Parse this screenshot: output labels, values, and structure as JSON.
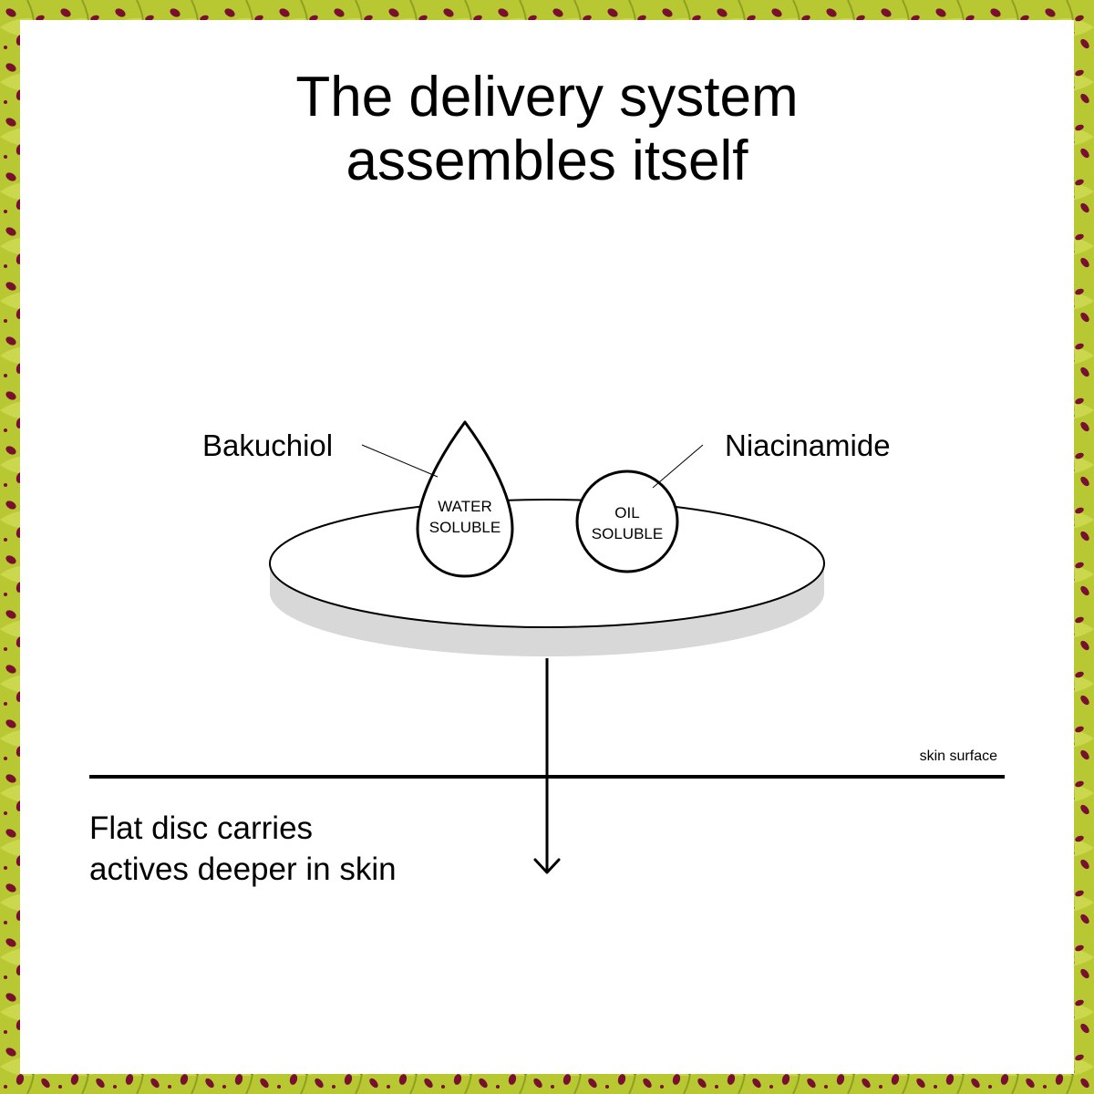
{
  "title": {
    "line1": "The delivery system",
    "line2": "assembles itself"
  },
  "labels": {
    "left_ingredient": "Bakuchiol",
    "right_ingredient": "Niacinamide",
    "drop_line1": "WATER",
    "drop_line2": "SOLUBLE",
    "circle_line1": "OIL",
    "circle_line2": "SOLUBLE",
    "surface": "skin surface"
  },
  "caption": {
    "line1": "Flat disc carries",
    "line2": "actives deeper in skin"
  },
  "colors": {
    "border_green": "#b8c832",
    "border_maroon": "#7a1030",
    "disc_shadow": "#d8d8d8",
    "ink": "#000000",
    "panel": "#ffffff"
  },
  "icons": {
    "drop": "water-drop-icon",
    "circle": "oil-sphere-icon",
    "arrow": "arrow-down-icon"
  }
}
